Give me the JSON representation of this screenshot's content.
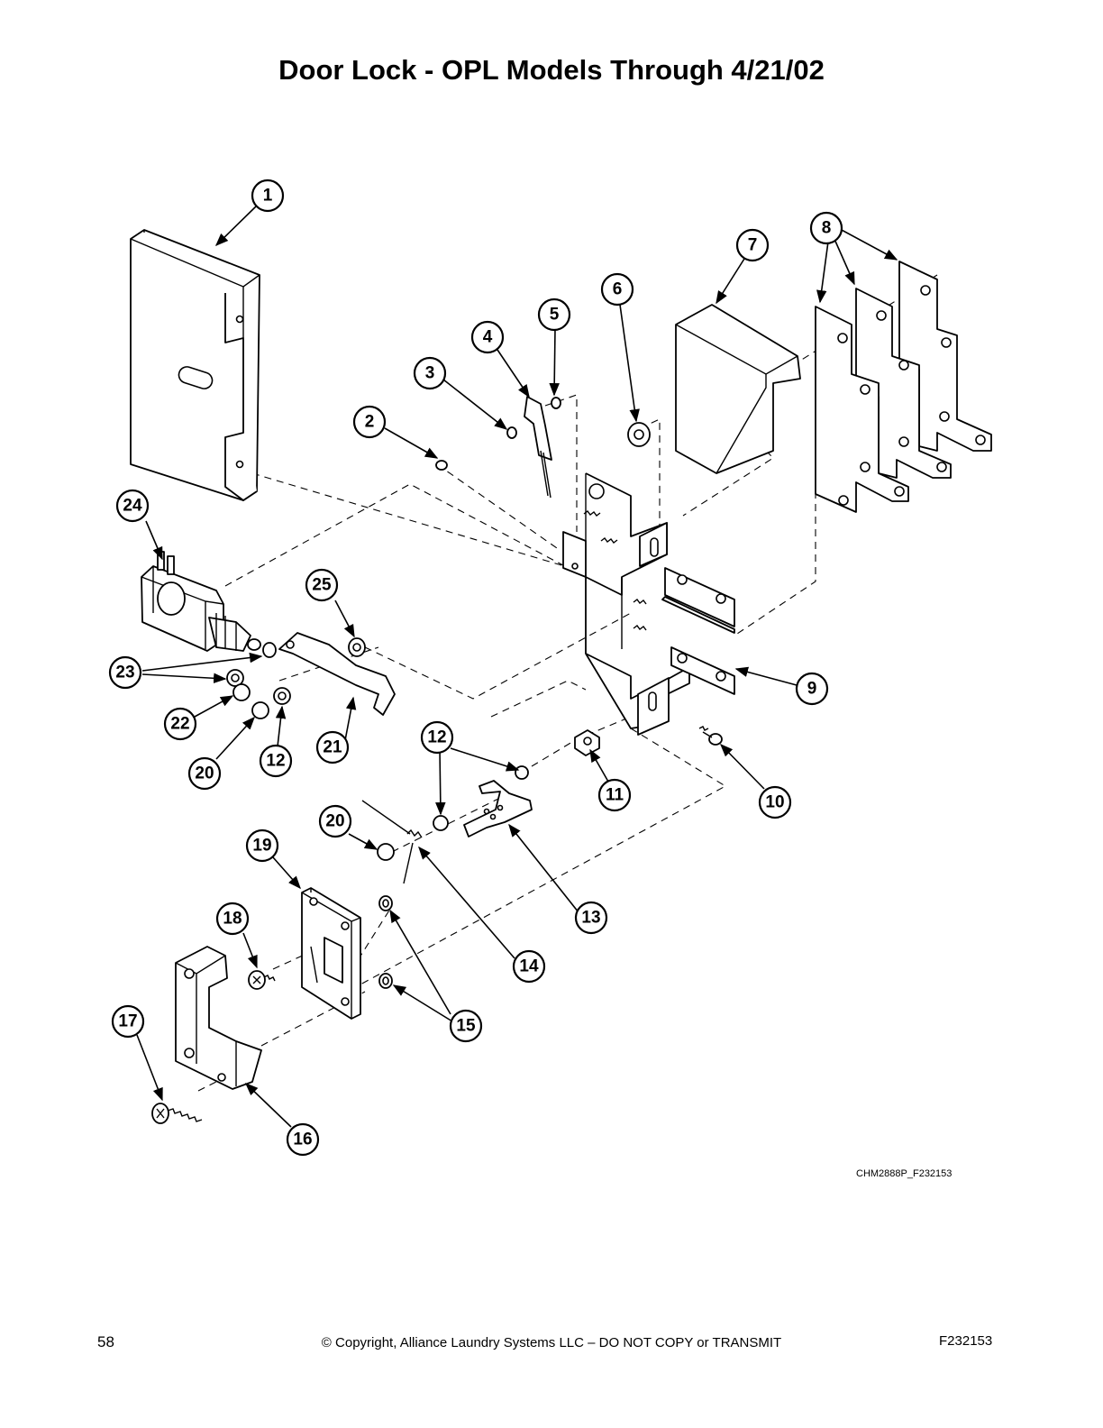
{
  "title": "Door Lock - OPL Models Through 4/21/02",
  "callouts": [
    "1",
    "2",
    "3",
    "4",
    "5",
    "6",
    "7",
    "8",
    "9",
    "10",
    "11",
    "12",
    "12",
    "13",
    "14",
    "15",
    "16",
    "17",
    "18",
    "19",
    "20",
    "20",
    "21",
    "22",
    "23",
    "24",
    "25"
  ],
  "drawing_code": "CHM2888P_F232153",
  "footer": {
    "page_number": "58",
    "copyright": "© Copyright, Alliance Laundry Systems LLC – DO NOT COPY or TRANSMIT",
    "code": "F232153"
  }
}
